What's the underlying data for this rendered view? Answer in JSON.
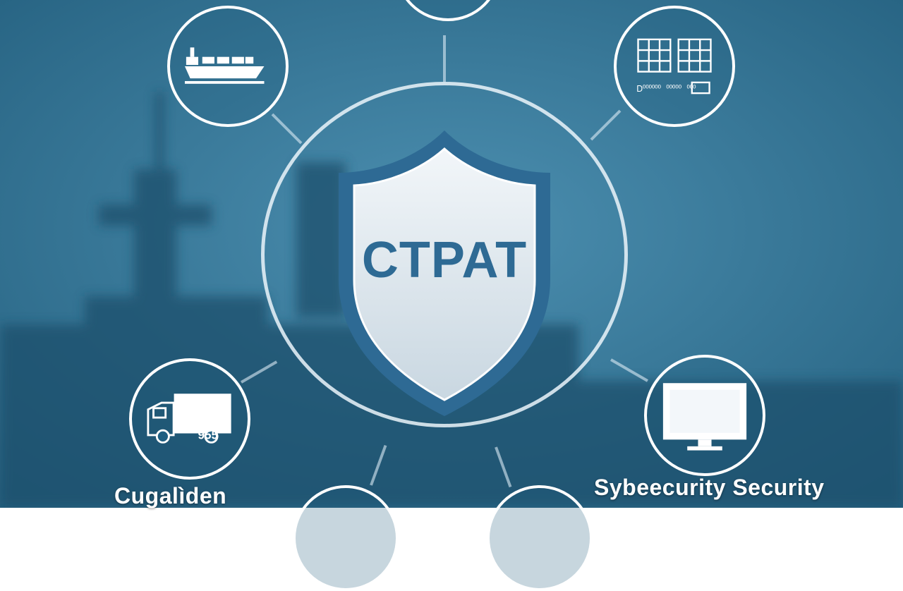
{
  "brand": {
    "center_label": "CTPAT"
  },
  "nodes": {
    "top": {
      "icon": "partial-circle"
    },
    "ship": {
      "icon": "cargo-ship-icon"
    },
    "containers": {
      "icon": "container-grid-icon",
      "small_text": "Ꭰ⁰⁰⁰⁰⁰⁰ ⁰⁰⁰⁰⁰ ⁰⁰⁰"
    },
    "truck": {
      "icon": "truck-icon",
      "caption": "Cugalìden",
      "plate": "955"
    },
    "monitor": {
      "icon": "monitor-icon",
      "caption": "Sybeecurity Security"
    },
    "bottom_left": {
      "icon": "partial-circle"
    },
    "bottom_right": {
      "icon": "partial-circle"
    }
  },
  "colors": {
    "background": "#2d6f90",
    "shield_fill": "#dfe8ee",
    "shield_border": "#2e6a94",
    "white": "#ffffff"
  }
}
